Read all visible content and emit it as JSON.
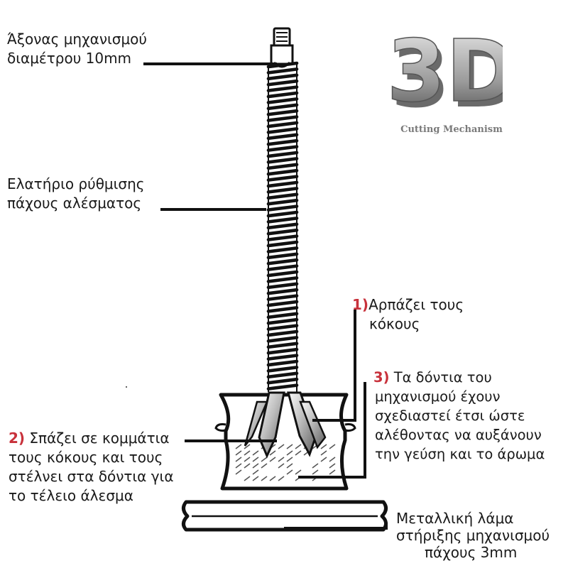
{
  "labels": {
    "shaft": {
      "line1": "Άξονας μηχανισμού",
      "line2": "διαμέτρου 10mm"
    },
    "spring": {
      "line1": "Ελατήριο ρύθμισης",
      "line2": "πάχους αλέσματος"
    },
    "step1": {
      "number": "1)",
      "line1": "Αρπάζει τους",
      "line2": "κόκους"
    },
    "step2": {
      "number": "2)",
      "line1": "Σπάζει σε κομμάτια",
      "line2": "τους κόκους και τους",
      "line3": "στέλνει στα δόντια για",
      "line4": "το τέλειο άλεσμα"
    },
    "step3": {
      "number": "3)",
      "line1": "Τα δόντια του",
      "line2": "μηχανισμού έχουν",
      "line3": "σχεδιαστεί έτσι ώστε",
      "line4": "αλέθοντας να αυξάνουν",
      "line5": "την γεύση και το άρωμα"
    },
    "plate": {
      "line1": "Μεταλλική λάμα",
      "line2": "στήριξης μηχανισμού",
      "line3": "πάχους 3mm"
    }
  },
  "logo": {
    "text": "3D",
    "caption": "Cutting Mechanism"
  },
  "colors": {
    "number_accent": "#c8313b",
    "line": "#111111",
    "metal_light": "#eeeeee",
    "metal_dark": "#6a6a6a"
  }
}
